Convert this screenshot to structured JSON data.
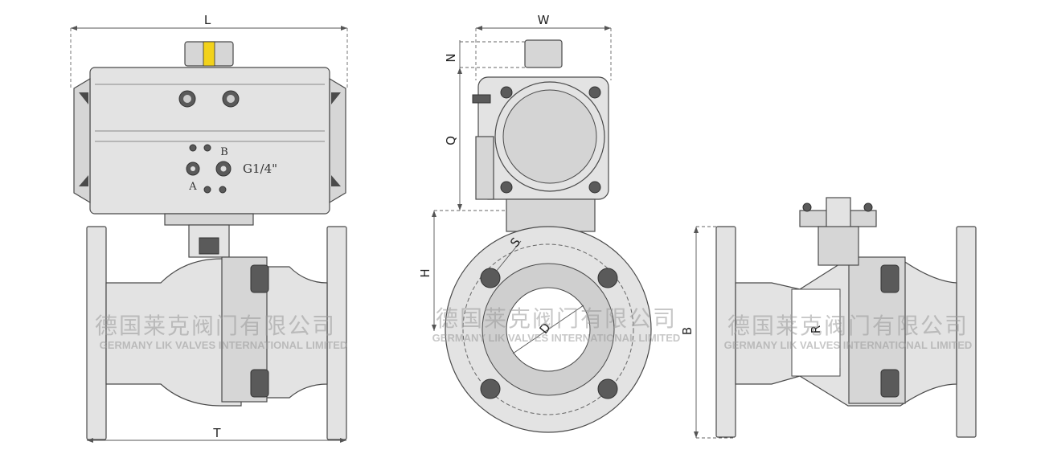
{
  "dimensions": {
    "L": "L",
    "T": "T",
    "W": "W",
    "N": "N",
    "Q": "Q",
    "H": "H",
    "S": "S",
    "D": "D",
    "B": "B",
    "R": "R"
  },
  "actuator_labels": {
    "port_a": "A",
    "port_b": "B",
    "thread": "G1/4\""
  },
  "watermark": {
    "chinese": "德国莱克阀门有限公司",
    "english": "GERMANY LIK VALVES INTERNATIONAL LIMITED"
  },
  "colors": {
    "body_fill": "#e3e3e3",
    "outline": "#4a4a4a",
    "indicator_yellow": "#f2d21b",
    "watermark": "#9a9a9a"
  }
}
